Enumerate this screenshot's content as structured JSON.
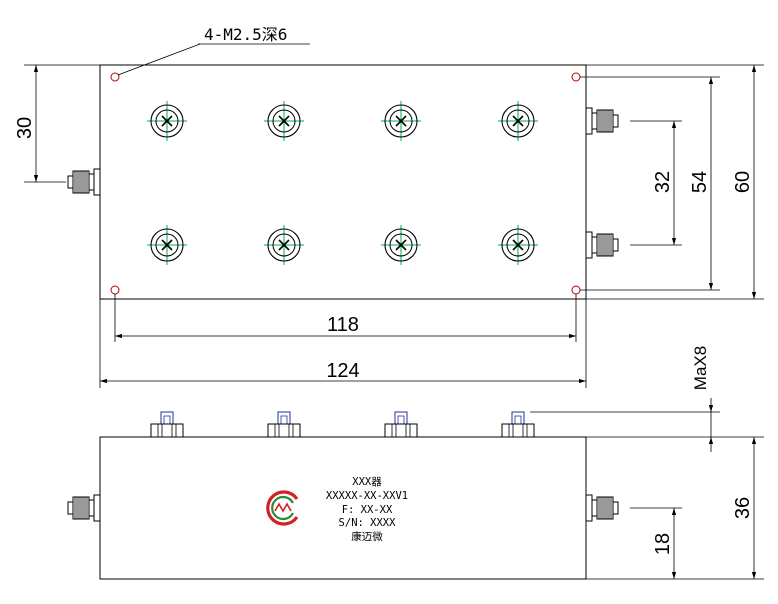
{
  "annotations": {
    "hole_note": "4-M2.5深6"
  },
  "dimensions": {
    "height_30": "30",
    "spacing_32": "32",
    "span_54": "54",
    "height_60": "60",
    "width_118": "118",
    "width_124": "124",
    "max_8": "MaX8",
    "height_36": "36",
    "height_18": "18"
  },
  "label": {
    "title": "XXX器",
    "model": "XXXXX-XX-XXV1",
    "freq": "F: XX-XX",
    "serial": "S/N: XXXX",
    "maker": "康迈微"
  },
  "colors": {
    "line": "#000000",
    "center_mark": "#00b050",
    "hole": "#c00000",
    "logo_red": "#d42020",
    "logo_green": "#2d8a3a",
    "pin": "#2030a0"
  },
  "icons": {
    "logo": "company-logo-icon",
    "connector": "sma-connector-icon"
  }
}
